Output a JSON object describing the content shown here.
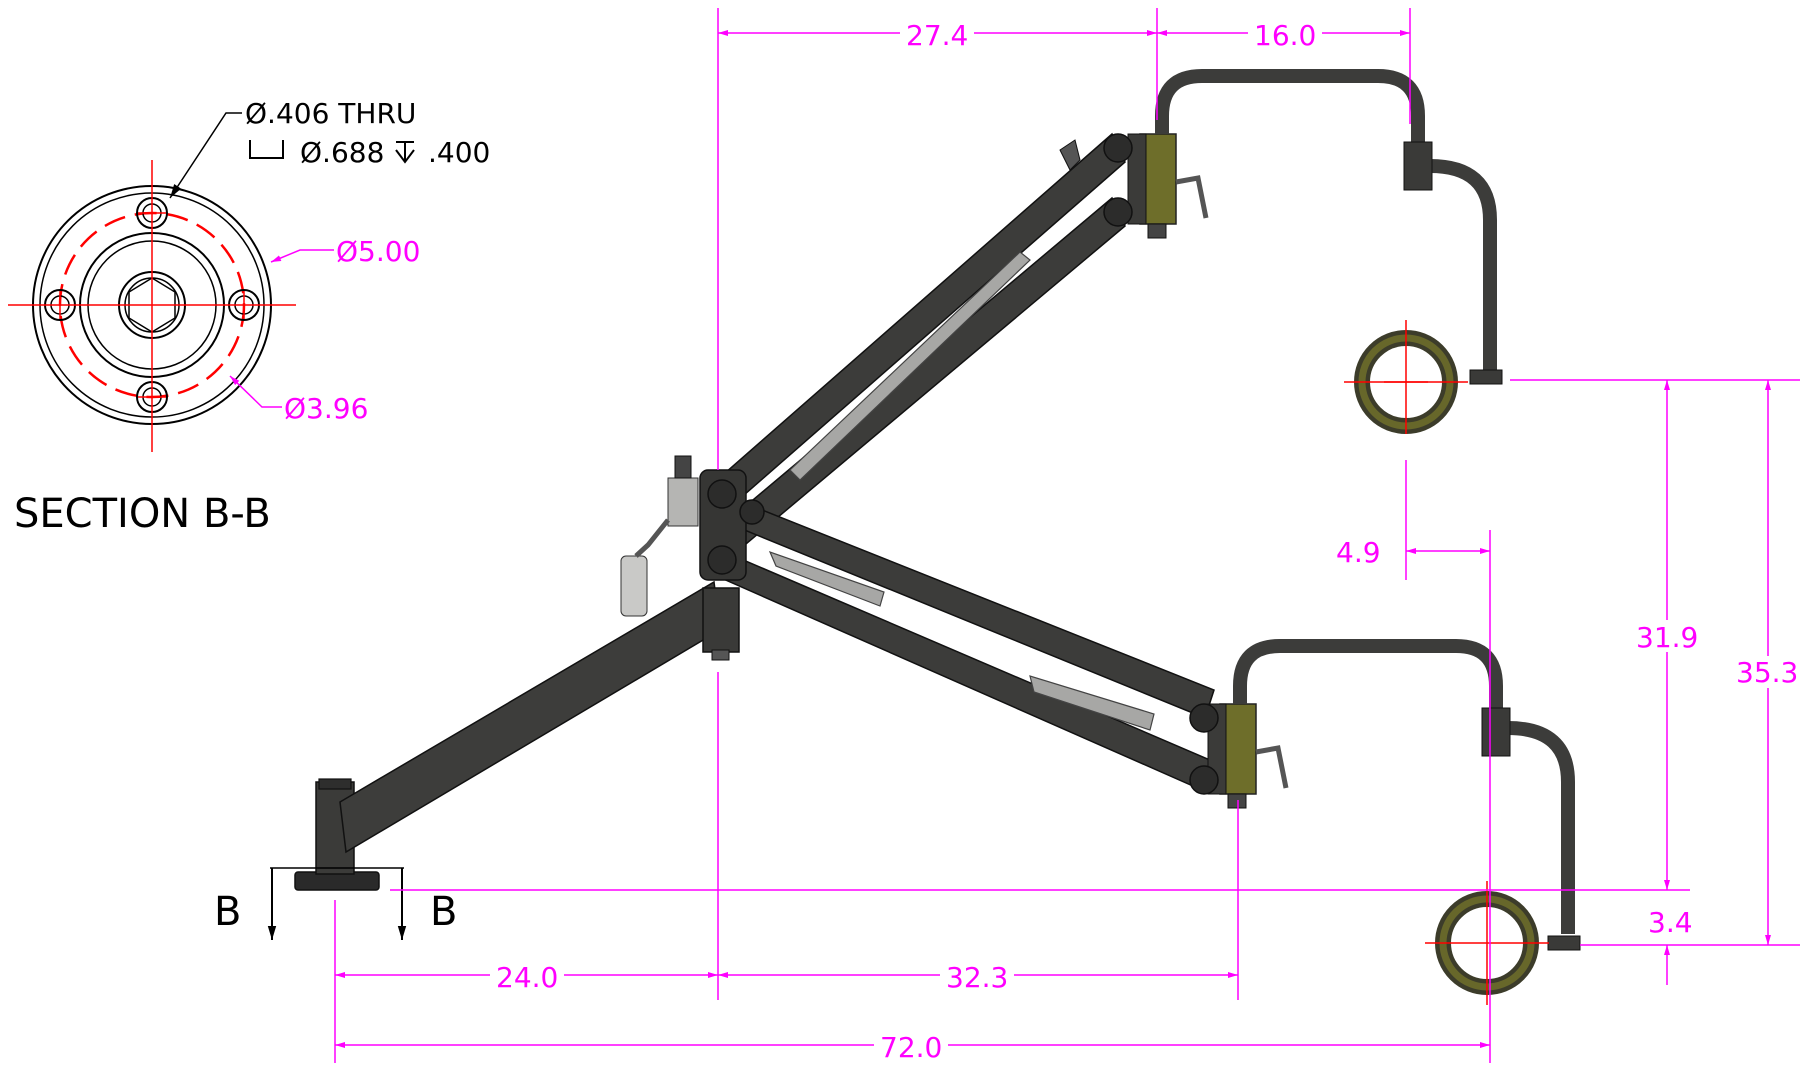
{
  "section": {
    "title": "SECTION B-B",
    "callout_hole": "Ø.406 THRU",
    "callout_cbore": "Ø.688",
    "callout_depth": ".400",
    "dia_outer": "Ø5.00",
    "dia_bolt_circle": "Ø3.96"
  },
  "section_marks": {
    "left": "B",
    "right": "B"
  },
  "dimensions": {
    "d27_4": "27.4",
    "d16_0": "16.0",
    "d4_9": "4.9",
    "d31_9": "31.9",
    "d35_3": "35.3",
    "d3_4": "3.4",
    "d24_0": "24.0",
    "d32_3": "32.3",
    "d72_0": "72.0"
  },
  "colors": {
    "dimension": "#ff00ff",
    "centerline": "#ff0000",
    "arm_fill": "#3c3c3a",
    "arm_stroke": "#111111",
    "collar_fill": "#6e6e2a"
  }
}
